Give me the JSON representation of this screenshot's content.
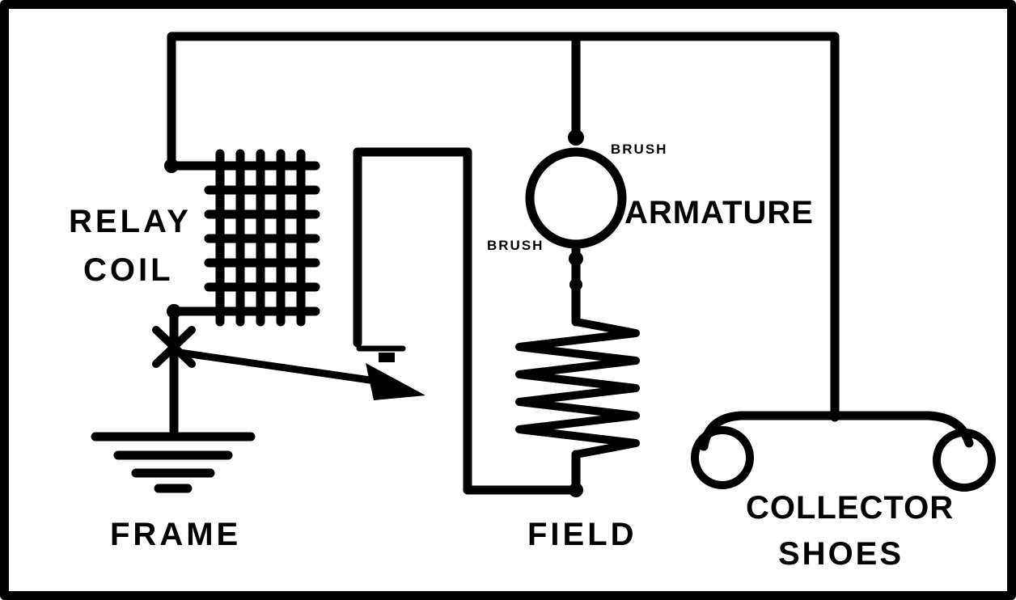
{
  "diagram": {
    "ink_color": "#000000",
    "background_color": "#ffffff",
    "labels": {
      "relay_coil_line1": "RELAY",
      "relay_coil_line2": "COIL",
      "frame": "FRAME",
      "brush_top": "BRUSH",
      "brush_bottom": "BRUSH",
      "armature": "ARMATURE",
      "field": "FIELD",
      "collector_shoes_line1": "COLLECTOR",
      "collector_shoes_line2": "SHOES"
    }
  }
}
